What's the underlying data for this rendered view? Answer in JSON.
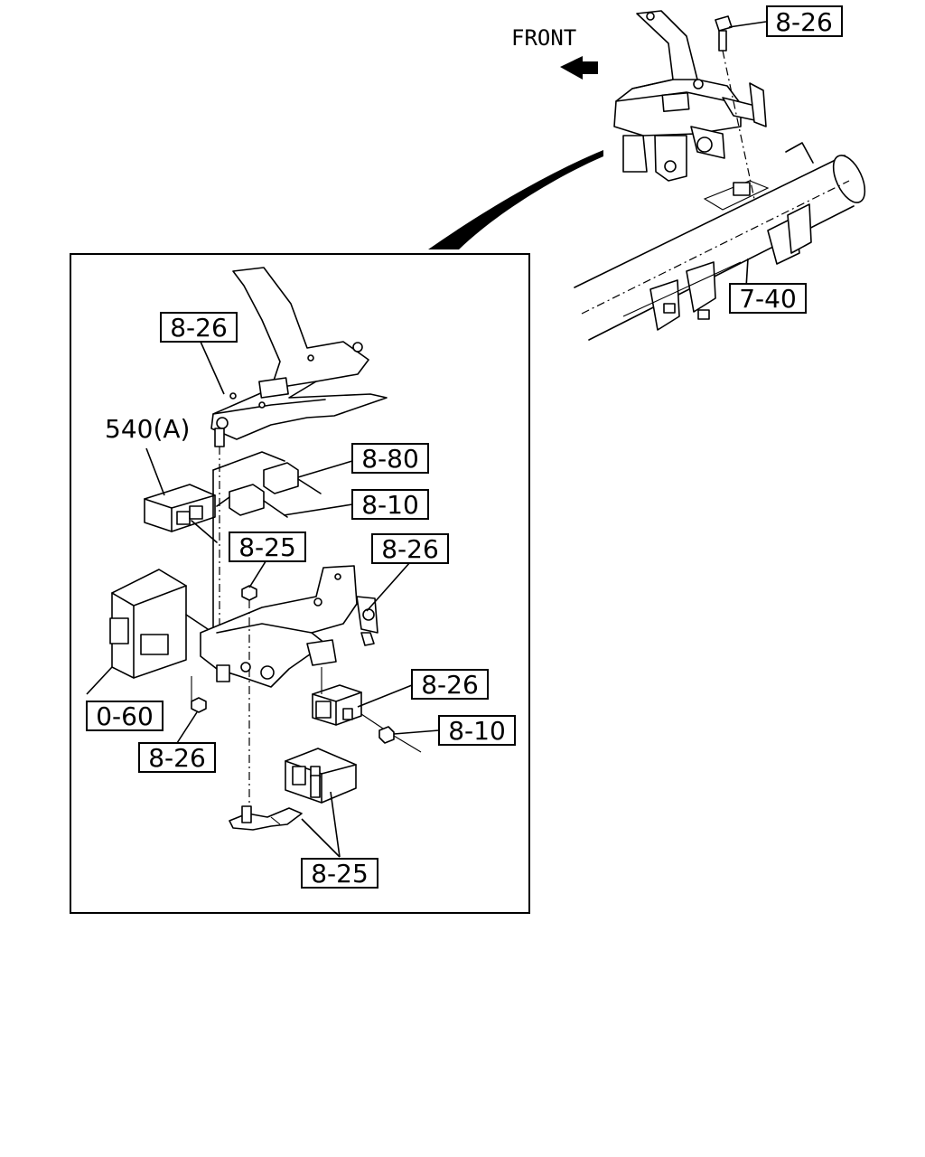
{
  "front_label": "FRONT",
  "callouts": {
    "top_bolt": "8-26",
    "frame_ref": "7-40",
    "detail_bracket": "8-26",
    "relay_540": "540(A)",
    "harness_a": "8-80",
    "harness_b": "8-10",
    "nut_upper": "8-25",
    "bracket_right": "8-26",
    "module_060": "0-60",
    "nut_lower": "8-26",
    "relay_right": "8-26",
    "harness_c": "8-10",
    "bottom_clamp": "8-25"
  }
}
